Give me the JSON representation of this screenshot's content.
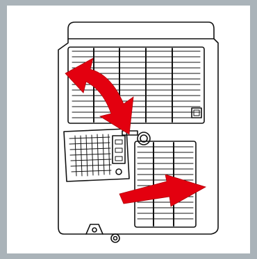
{
  "figure": {
    "background_color": "#aab3b9",
    "panel_color": "#ffffff",
    "line_color": "#111111",
    "arrow_color": "#e3000f",
    "subject": "portable-air-conditioner-rear-view",
    "steps": [
      {
        "action": "remove-upper-filter",
        "direction": "down-right"
      },
      {
        "action": "remove-lower-filter",
        "direction": "left-to-right"
      }
    ]
  }
}
